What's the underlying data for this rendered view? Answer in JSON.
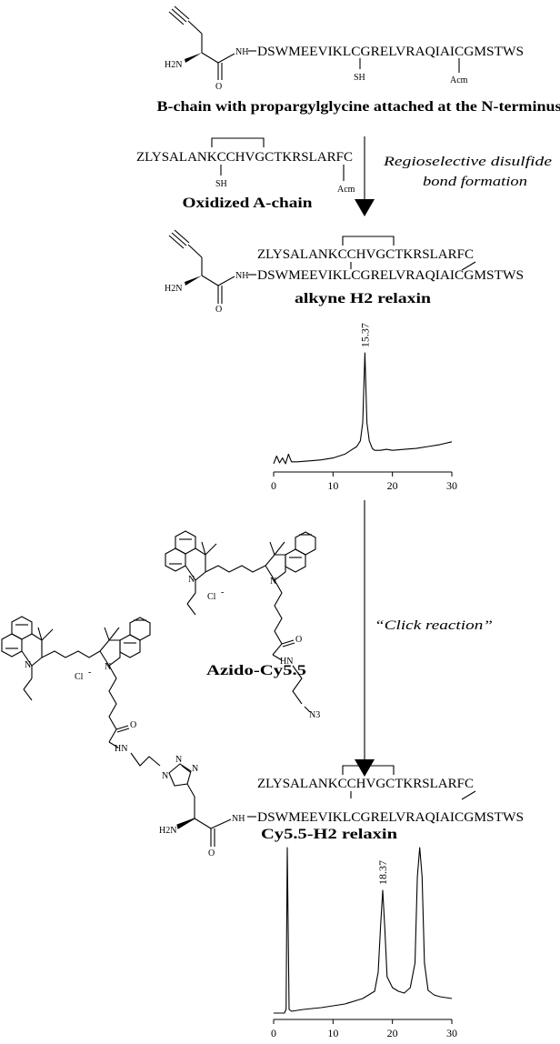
{
  "alkyne_fragment": {
    "nh2": "H2N",
    "nh": "NH",
    "carbonyl_o": "O"
  },
  "b_chain": {
    "sequence": "DSWMEEVIKLCGRELVRAQIAICGMSTWS",
    "sh_label": "SH",
    "acm_label": "Acm",
    "caption": "B-chain with propargylglycine attached at the N-terminus"
  },
  "a_chain": {
    "sequence": "ZLYSALANKCCHVGCTKRSLARFC",
    "sh_label": "SH",
    "acm_label": "Acm",
    "caption": "Oxidized A-chain"
  },
  "step1": {
    "label_line1": "Regioselective disulfide",
    "label_line2": "bond formation"
  },
  "product1": {
    "a_sequence": "ZLYSALANKCCHVGCTKRSLARFC",
    "b_sequence": "DSWMEEVIKLCGRELVRAQIAICGMSTWS",
    "caption": "alkyne H2 relaxin"
  },
  "step2": {
    "label": "“Click reaction”"
  },
  "reagent": {
    "counterion": "Cl",
    "amide_o": "O",
    "amide_n": "HN",
    "azide": "N3",
    "caption": "Azido-Cy5.5"
  },
  "product2": {
    "counterion": "Cl",
    "amide_o": "O",
    "amide_n": "HN",
    "triazole_n1": "N",
    "triazole_n2": "N",
    "triazole_n3": "N",
    "a_sequence": "ZLYSALANKCCHVGCTKRSLARFC",
    "b_sequence": "DSWMEEVIKLCGRELVRAQIAICGMSTWS",
    "caption": "Cy5.5-H2 relaxin"
  },
  "chart_data": [
    {
      "type": "line",
      "title": "",
      "xlabel": "",
      "ylabel": "",
      "xlim": [
        0,
        30
      ],
      "xticks": [
        "0",
        "10",
        "20",
        "30"
      ],
      "peak_labels": [
        {
          "x": 15.37,
          "text": "15.37"
        }
      ],
      "series": [
        {
          "x": [
            0,
            0.5,
            1,
            1.5,
            2,
            2.5,
            3,
            4,
            6,
            8,
            10,
            12,
            13,
            14,
            14.6,
            15.0,
            15.37,
            15.7,
            16.1,
            16.6,
            17,
            18,
            19,
            20,
            22,
            24,
            26,
            28,
            30
          ],
          "values": [
            2,
            10,
            3,
            8,
            2,
            12,
            4,
            4,
            5,
            6,
            8,
            12,
            16,
            20,
            26,
            45,
            118,
            45,
            26,
            18,
            16,
            16,
            17,
            16,
            17,
            18,
            20,
            22,
            25
          ]
        }
      ]
    },
    {
      "type": "line",
      "title": "",
      "xlabel": "",
      "ylabel": "",
      "xlim": [
        0,
        30
      ],
      "xticks": [
        "0",
        "10",
        "20",
        "30"
      ],
      "peak_labels": [
        {
          "x": 18.37,
          "text": "18.37"
        }
      ],
      "series": [
        {
          "x": [
            0,
            1,
            1.8,
            2.1,
            2.3,
            2.6,
            3,
            5,
            8,
            10,
            12,
            14,
            15,
            16,
            17,
            17.6,
            18.0,
            18.37,
            18.7,
            19.1,
            20,
            21,
            22,
            23,
            23.8,
            24.2,
            24.6,
            25.0,
            25.4,
            26,
            27,
            28,
            30
          ],
          "values": [
            0,
            0,
            0,
            4,
            182,
            4,
            2,
            4,
            6,
            8,
            10,
            14,
            16,
            20,
            24,
            45,
            95,
            135,
            95,
            40,
            28,
            24,
            22,
            28,
            55,
            150,
            182,
            150,
            55,
            25,
            20,
            18,
            16
          ]
        }
      ]
    }
  ]
}
